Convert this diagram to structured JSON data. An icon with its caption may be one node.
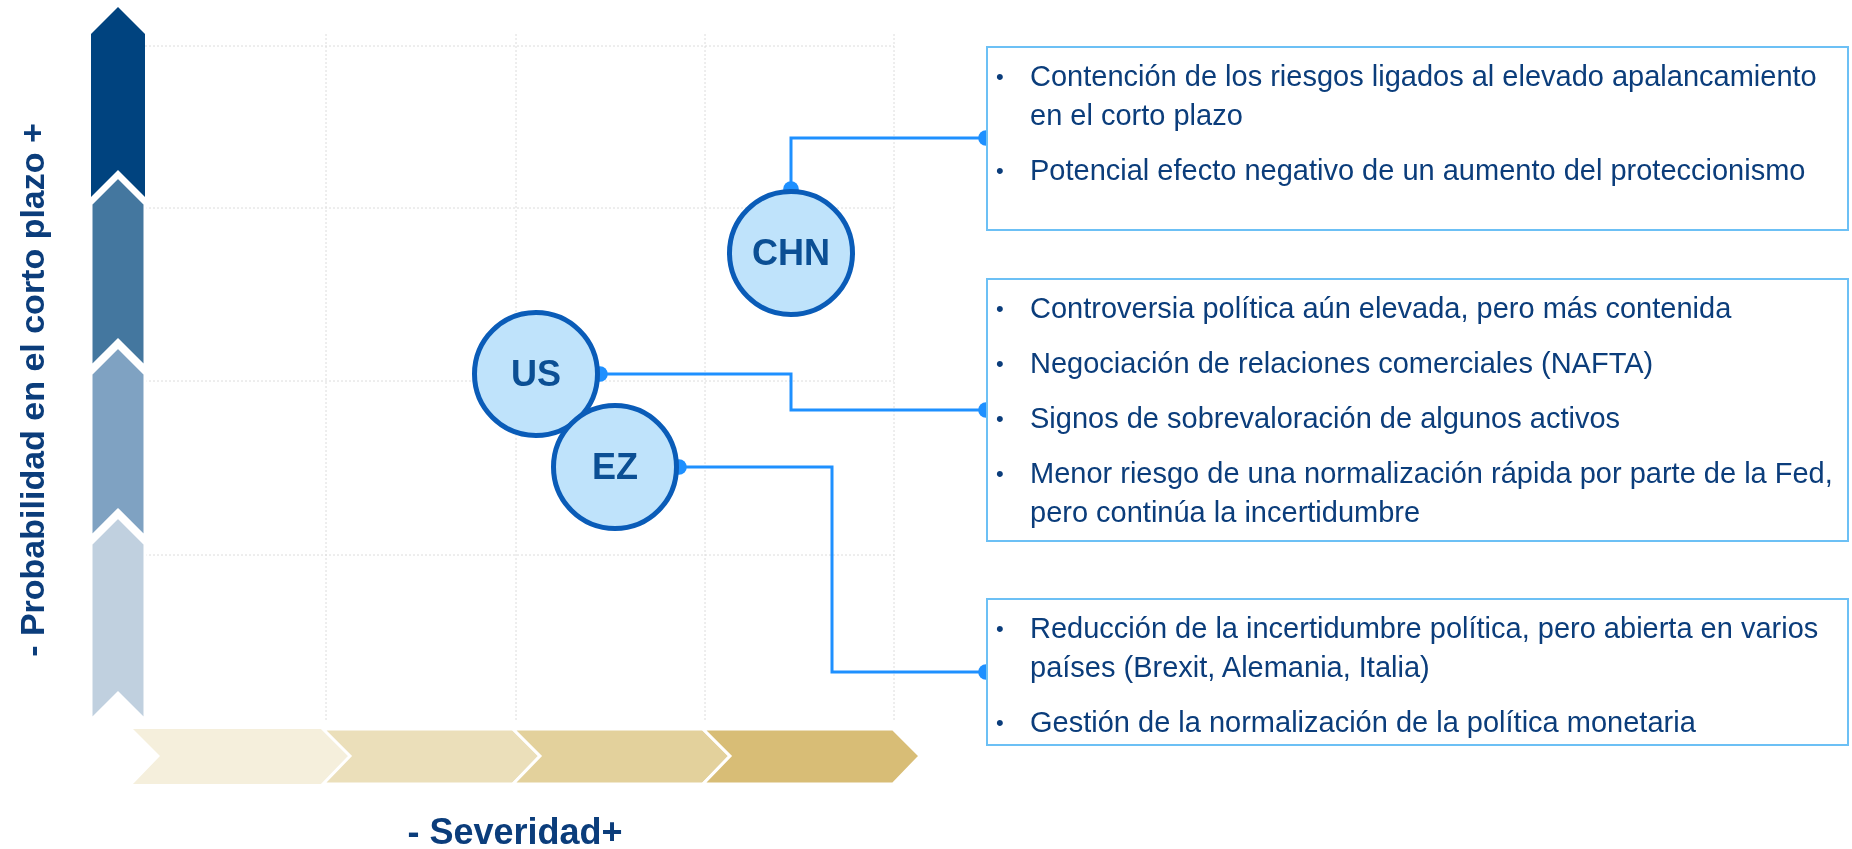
{
  "diagram": {
    "nodes": [
      {
        "text": [
          "CHN"
        ]
      },
      {
        "text": [
          "US"
        ]
      },
      {
        "text": [
          "EZ"
        ]
      },
      {
        "text": [
          "•",
          "Contención de los riesgos ligados al elevado apalancamiento en el corto plazo",
          "•",
          "Potencial efecto negativo de un aumento del proteccionismo"
        ]
      },
      {
        "text": [
          "•",
          "Controversia política aún elevada, pero más contenida",
          "•",
          "Negociación de relaciones comerciales (NAFTA)",
          "•",
          "Signos de sobrevaloración de algunos activos",
          "•",
          "Menor riesgo de una normalización rápida por parte de la Fed, pero continúa la incertidumbre"
        ]
      },
      {
        "text": [
          "•",
          "Reducción de la incertidumbre política, pero abierta en varios países (Brexit, Alemania, Italia)",
          "•",
          "Gestión de la normalización de la política monetaria"
        ]
      }
    ],
    "edges": [
      {
        "from": 0,
        "to": 3,
        "arrow": "other"
      },
      {
        "from": 1,
        "to": 4,
        "arrow": "other"
      },
      {
        "from": 2,
        "to": 5,
        "arrow": "other"
      }
    ],
    "labels": [
      "- Probabilidad en el corto plazo +",
      "- Severidad+"
    ]
  }
}
